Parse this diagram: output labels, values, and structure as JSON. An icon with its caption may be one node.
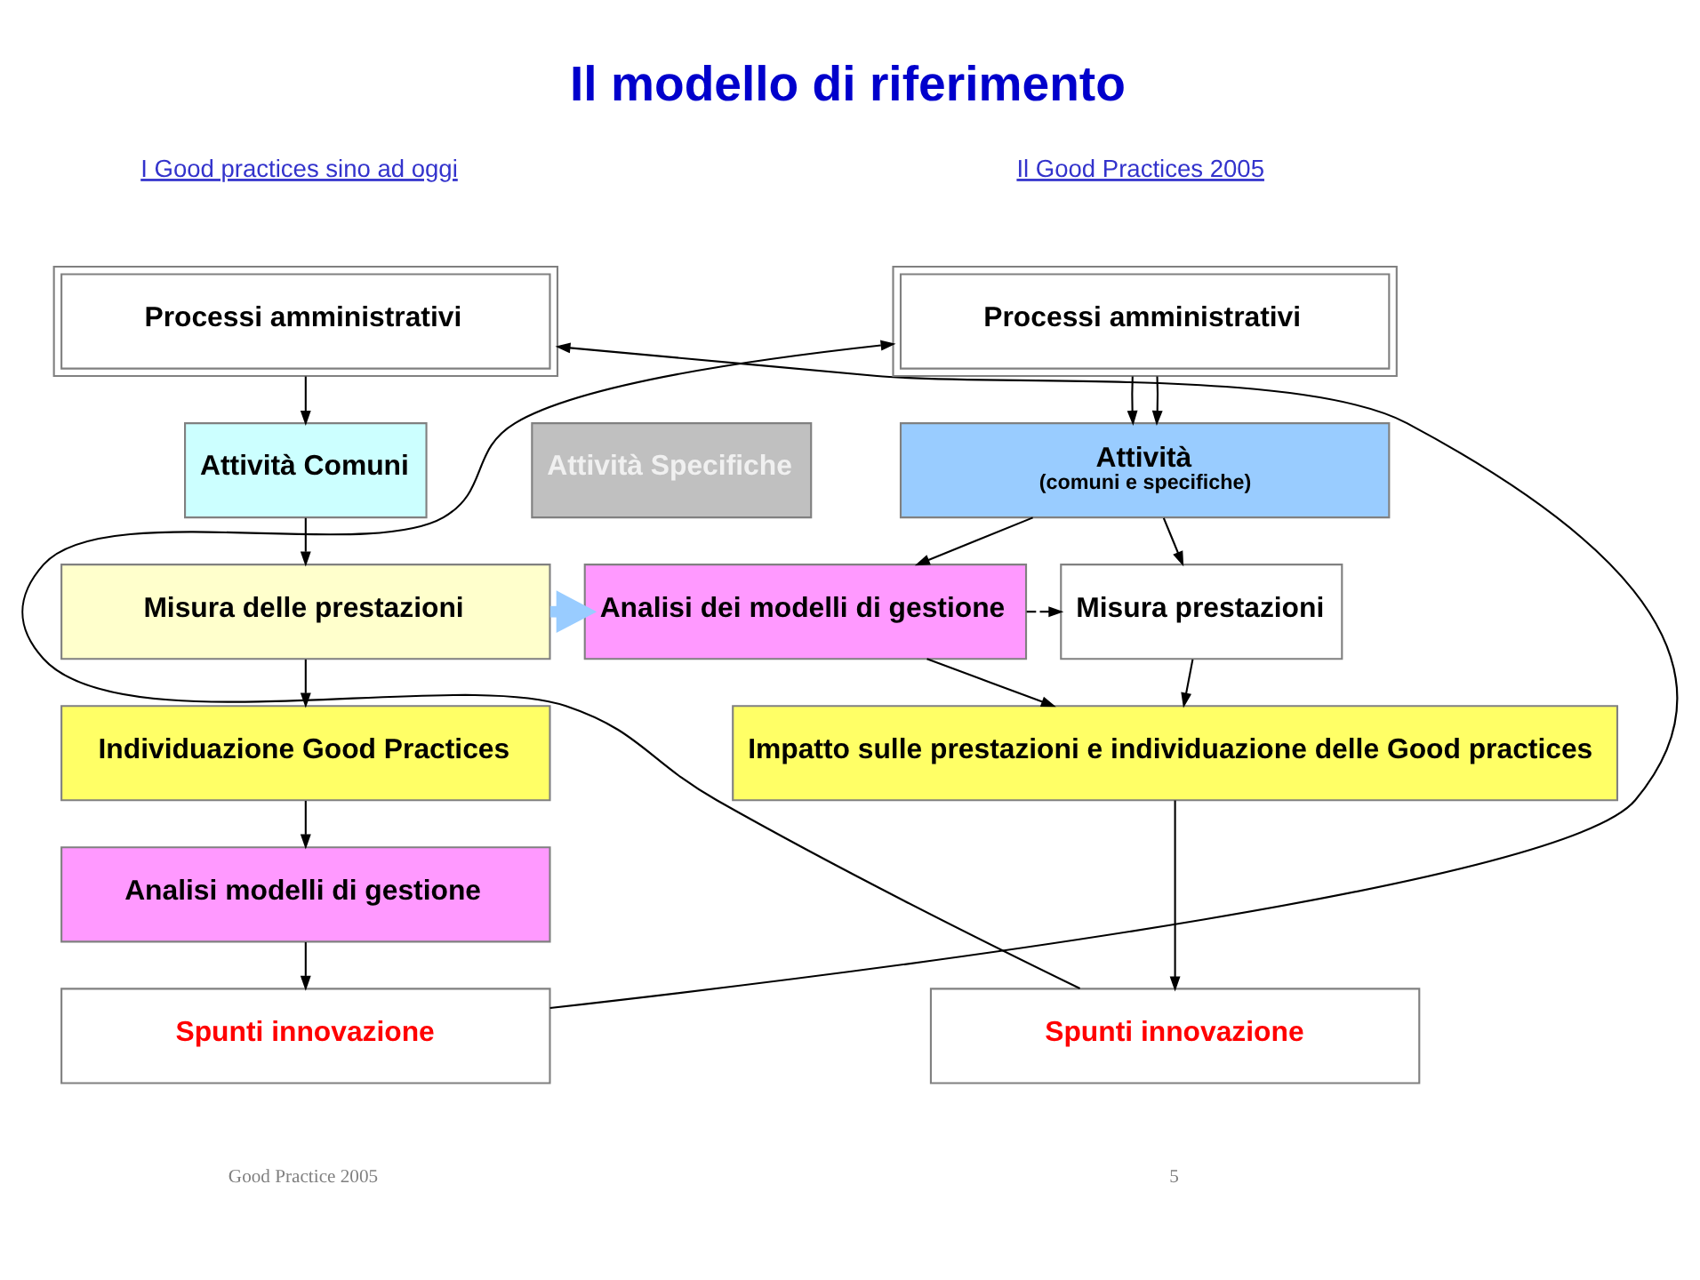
{
  "diagram": {
    "title": "Il modello di riferimento",
    "nodes": [
      {
        "text": [
          "Processi amministrativi"
        ]
      },
      {
        "text": [
          "Attività Comuni"
        ]
      },
      {
        "text": [
          "Attività Specifiche"
        ]
      },
      {
        "text": [
          "Misura delle prestazioni"
        ]
      },
      {
        "text": [
          "Individuazione Good Practices"
        ]
      },
      {
        "text": [
          "Analisi modelli di gestione"
        ]
      },
      {
        "text": [
          "Spunti innovazione"
        ]
      },
      {
        "text": [
          "Processi amministrativi"
        ]
      },
      {
        "text": [
          "Attività",
          "(comuni e specifiche)"
        ]
      },
      {
        "text": [
          "Analisi dei modelli di gestione"
        ]
      },
      {
        "text": [
          "Misura prestazioni"
        ]
      },
      {
        "text": [
          "Impatto sulle prestazioni e individuazione delle Good practices"
        ]
      },
      {
        "text": [
          "Spunti innovazione"
        ]
      }
    ],
    "edges": [
      {
        "from": 0,
        "to": 1,
        "arrow": "to"
      },
      {
        "from": 1,
        "to": 3,
        "arrow": "to"
      },
      {
        "from": 3,
        "to": 4,
        "arrow": "to"
      },
      {
        "from": 4,
        "to": 5,
        "arrow": "to"
      },
      {
        "from": 5,
        "to": 6,
        "arrow": "to"
      },
      {
        "from": 6,
        "to": 0,
        "arrow": "to"
      },
      {
        "from": 3,
        "to": 9,
        "arrow": "to",
        "style": "thick",
        "color": "#99ccff"
      },
      {
        "from": 7,
        "to": 8,
        "arrow": "to"
      },
      {
        "from": 7,
        "to": 8,
        "arrow": "to"
      },
      {
        "from": 8,
        "to": 9,
        "arrow": "to"
      },
      {
        "from": 8,
        "to": 10,
        "arrow": "to"
      },
      {
        "from": 9,
        "to": 10,
        "arrow": "to",
        "style": "dashed"
      },
      {
        "from": 9,
        "to": 11,
        "arrow": "to"
      },
      {
        "from": 10,
        "to": 11,
        "arrow": "to"
      },
      {
        "from": 11,
        "to": 12,
        "arrow": "to"
      },
      {
        "from": 12,
        "to": 7,
        "arrow": "to"
      }
    ],
    "labels": [
      "I Good practices sino ad oggi",
      "Il Good Practices 2005",
      "Good Practice 2005",
      "5"
    ]
  }
}
